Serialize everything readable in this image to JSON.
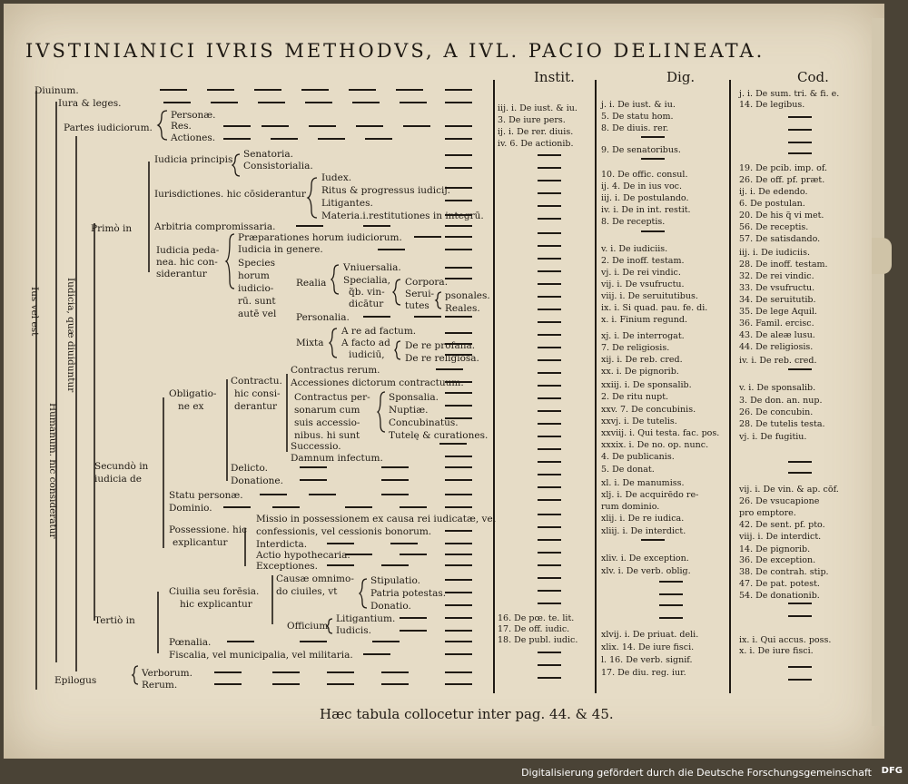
{
  "title": "IVSTINIANICI IVRIS METHODVS, A IVL. PACIO DELINEATA.",
  "columns": {
    "instit": "Instit.",
    "dig": "Dig.",
    "cod": "Cod."
  },
  "vertical": {
    "ius": "Ius vel est",
    "humanum": "Humanum. hic consideratur",
    "iudicia": "Iudicia, quæ diuiduntur"
  },
  "tree": {
    "diuinum": "Diuinum.",
    "iura": "Iura & leges.",
    "partes": "Partes iudiciorum.",
    "personae": "Personæ.",
    "res": "Res.",
    "actiones": "Actiones.",
    "primo": "Primò in",
    "iud_principis": "Iudicia principis",
    "senatoria": "Senatoria.",
    "consistorialia": "Consistorialia.",
    "iurisdictiones": "Iurisdictiones. hic cōsiderantur",
    "iudex": "Iudex.",
    "ritus": "Ritus & progressus iudicij.",
    "litigantes": "Litigantes.",
    "materia": "Materia.i.restitutiones in integrū.",
    "arbitria": "Arbitria compromissaria.",
    "iud_pedanea_1": "Iudicia peda-",
    "iud_pedanea_2": "nea. hic con-",
    "iud_pedanea_3": "siderantur",
    "praep": "Præparationes horum iudiciorum.",
    "iud_genere": "Iudicia in genere.",
    "species_1": "Species",
    "species_2": "horum",
    "species_3": "iudicio-",
    "species_4": "rū. sunt",
    "species_5": "autē vel",
    "realia": "Realia",
    "vniuersalia": "Vniuersalia.",
    "specialia_1": "Specialia,",
    "specialia_2": "q̃b. vin-",
    "specialia_3": "dicātur",
    "corpora": "Corpora.",
    "serui_1": "Serui-",
    "serui_2": "tutes",
    "psonales": "psonales.",
    "reales": "Reales.",
    "personalia": "Personalia.",
    "mixta": "Mixta",
    "are": "A re ad factum.",
    "afacto_1": "A facto ad",
    "afacto_2": "iudiciū,",
    "profana": "De re profana.",
    "religiosa": "De re religiosa.",
    "secundo_1": "Secundò in",
    "secundo_2": "iudicia de",
    "oblig_1": "Obligatio-",
    "oblig_2": "ne ex",
    "contr_1": "Contractu.",
    "contr_2": "hic consi-",
    "contr_3": "derantur",
    "contr_rerum": "Contractus rerum.",
    "accessiones": "Accessiones dictorum contractuum.",
    "cp_1": "Contractus per-",
    "cp_2": "sonarum cum",
    "cp_3": "suis accessio-",
    "cp_4": "nibus. hi sunt",
    "sponsalia": "Sponsalia.",
    "nuptiae": "Nuptiæ.",
    "concubinatus": "Concubinatus.",
    "tutelae": "Tutelę & curationes.",
    "successio": "Successio.",
    "damnum": "Damnum infectum.",
    "delicto": "Delicto.",
    "donatione": "Donatione.",
    "statu": "Statu personæ.",
    "dominio": "Dominio.",
    "poss_1": "Possessione. hic",
    "poss_2": "explicantur",
    "missio_1": "Missio in possessionem ex causa rei iudicatæ, vel",
    "missio_2": "confessionis, vel cessionis bonorum.",
    "interdicta": "Interdicta.",
    "actio_hyp": "Actio hypothecaria.",
    "exceptiones": "Exceptiones.",
    "tertio": "Tertiò in",
    "ciuilia_1": "Ciuilia seu forēsia.",
    "ciuilia_2": "hic explicantur",
    "causae_1": "Causæ omnimo-",
    "causae_2": "do ciuiles, vt",
    "stipulatio": "Stipulatio.",
    "patria": "Patria potestas.",
    "donatio": "Donatio.",
    "officium": "Officium",
    "litigantium": "Litigantium.",
    "iudicis": "Iudicis.",
    "poenalia": "Pœnalia.",
    "fiscalia": "Fiscalia, vel municipalia, vel militaria.",
    "epilogus": "Epilogus",
    "verborum": "Verborum.",
    "rerum": "Rerum."
  },
  "instit": [
    "iij. i. De iust. & iu.",
    "3. De iure pers.",
    "ij. i. De rer. diuis.",
    "iv. 6. De actionib.",
    "16. De pœ. te. lit.",
    "17. De off. iudic.",
    "18. De publ. iudic."
  ],
  "dig": [
    "j. i. De iust. & iu.",
    "5. De statu hom.",
    "8. De diuis. rer.",
    "9. De senatoribus.",
    "10. De offic. consul.",
    "ij. 4. De in ius voc.",
    "iij. i. De postulando.",
    "iv. i. De in int. restit.",
    "8. De receptis.",
    "v. i. De iudiciis.",
    "2. De inoff. testam.",
    "vj. i. De rei vindic.",
    "vij. i. De vsufructu.",
    "viij. i. De seruitutibus.",
    "ix. i. Si quad. pau. fe. di.",
    "x. i. Finium regund.",
    "xj. i. De interrogat.",
    "7. De religiosis.",
    "xij. i. De reb. cred.",
    "xx. i. De pignorib.",
    "xxiij. i. De sponsalib.",
    "2. De ritu nupt.",
    "xxv. 7. De concubinis.",
    "xxvj. i. De tutelis.",
    "xxviij. i. Qui testa. fac. pos.",
    "xxxix. i. De no. op. nunc.",
    "4. De publicanis.",
    "5. De donat.",
    "xl. i. De manumiss.",
    "xlj. i. De acquirēdo re-",
    "rum dominio.",
    "xlij. i. De re iudica.",
    "xliij. i. De interdict.",
    "xliv. i. De exception.",
    "xlv. i. De verb. oblig.",
    "xlvij. i. De priuat. deli.",
    "xlix. 14. De iure fisci.",
    "l. 16. De verb. signif.",
    "17. De diu. reg. iur."
  ],
  "cod": [
    "j. i. De sum. tri. & fi. e.",
    "14. De legibus.",
    "19. De pcib. imp. of.",
    "26. De off. pf. præt.",
    "ij. i. De edendo.",
    "6. De postulan.",
    "20. De his q̃ vi met.",
    "56. De receptis.",
    "57. De satisdando.",
    "iij. i. De iudiciis.",
    "28. De inoff. testam.",
    "32. De rei vindic.",
    "33. De vsufructu.",
    "34. De seruitutib.",
    "35. De lege Aquil.",
    "36. Famil. ercisc.",
    "43. De aleæ lusu.",
    "44. De religiosis.",
    "iv. i. De reb. cred.",
    "v. i. De sponsalib.",
    "3. De don. an. nup.",
    "26. De concubin.",
    "28. De tutelis testa.",
    "vj. i. De fugitiu.",
    "vij. i. De vin. & ap. cōf.",
    "26. De vsucapione",
    "pro emptore.",
    "42. De sent. pf. pto.",
    "viij. i. De interdict.",
    "14. De pignorib.",
    "36. De exception.",
    "38. De contrah. stip.",
    "47. De pat. potest.",
    "54. De donationib.",
    "ix. i. Qui accus. poss.",
    "x. i. De iure fisci."
  ],
  "bottom_note": "Hæc tabula collocetur inter pag. 44. & 45.",
  "footer": "Digitalisierung gefördert durch die Deutsche Forschungsgemeinschaft",
  "logo": "DFG"
}
